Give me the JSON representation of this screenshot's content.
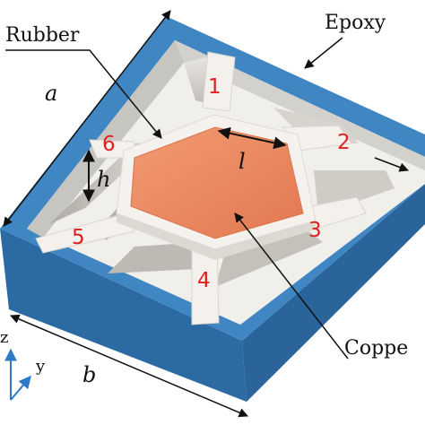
{
  "labels": {
    "rubber": "Rubber",
    "epoxy": "Epoxy",
    "copper": "Coppe",
    "a": "a",
    "b": "b",
    "h": "h",
    "l": "l"
  },
  "ribs": [
    "1",
    "2",
    "3",
    "4",
    "5",
    "6"
  ],
  "axes": {
    "z": "z",
    "y": "y"
  },
  "colors": {
    "epoxy": "#3f86c2",
    "epoxy_dark": "#2c6aa3",
    "rubber": "#f4f1ec",
    "rubber_shadow": "#c9c6c0",
    "copper": "#ee8a62",
    "number": "#e0201e",
    "axis": "#2f78c9"
  }
}
